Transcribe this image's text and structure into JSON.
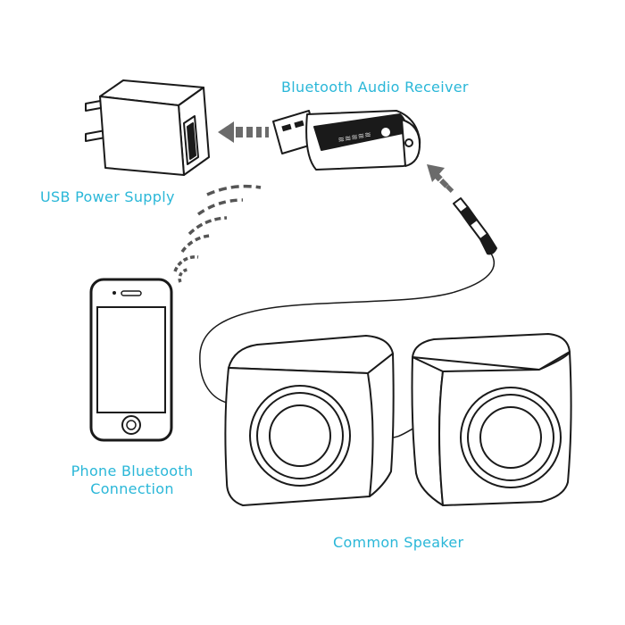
{
  "colors": {
    "label_color": "#2ab7d8",
    "line_color": "#1a1a1a",
    "arrow_color": "#6b6b6b",
    "wave_color": "#555555"
  },
  "labels": {
    "receiver": "Bluetooth Audio Receiver",
    "usb_power": "USB Power Supply",
    "phone_line1": "Phone Bluetooth",
    "phone_line2": "Connection",
    "speaker": "Common Speaker"
  },
  "icons": {
    "power_adapter": "usb-power-adapter-icon",
    "receiver": "bluetooth-receiver-dongle-icon",
    "phone": "smartphone-icon",
    "speakers": "speaker-pair-icon",
    "signal": "wireless-signal-icon",
    "arrows": "dashed-arrow-icon",
    "audio_plug": "audio-jack-plug-icon"
  }
}
